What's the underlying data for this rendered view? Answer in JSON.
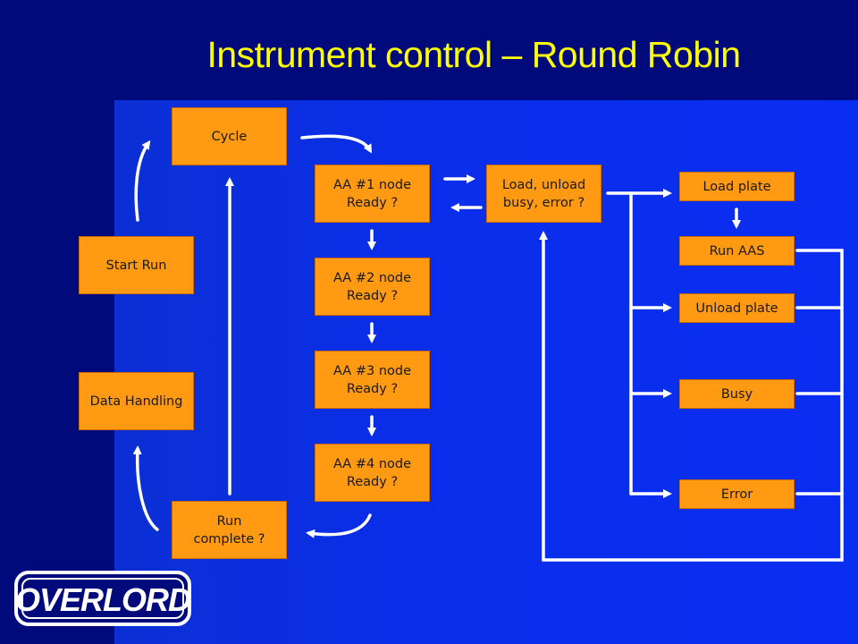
{
  "title": "Instrument control – Round Robin",
  "colors": {
    "background": "#000a7a",
    "panel": "#0a2ee8",
    "box": "#ff9a12",
    "title": "#ffff00",
    "arrow": "#ffffff"
  },
  "nodes": {
    "cycle": "Cycle",
    "start_run": "Start Run",
    "data_handling": "Data Handling",
    "run_complete": [
      "Run",
      "complete ?"
    ],
    "aa1": [
      "AA #1 node",
      "Ready ?"
    ],
    "aa2": [
      "AA #2 node",
      "Ready ?"
    ],
    "aa3": [
      "AA #3 node",
      "Ready ?"
    ],
    "aa4": [
      "AA #4 node",
      "Ready ?"
    ],
    "load_unload": [
      "Load, unload",
      "busy, error ?"
    ],
    "load_plate": "Load plate",
    "run_aas": "Run AAS",
    "unload_plate": "Unload plate",
    "busy": "Busy",
    "error": "Error"
  },
  "logo_text": "OVERLORD"
}
